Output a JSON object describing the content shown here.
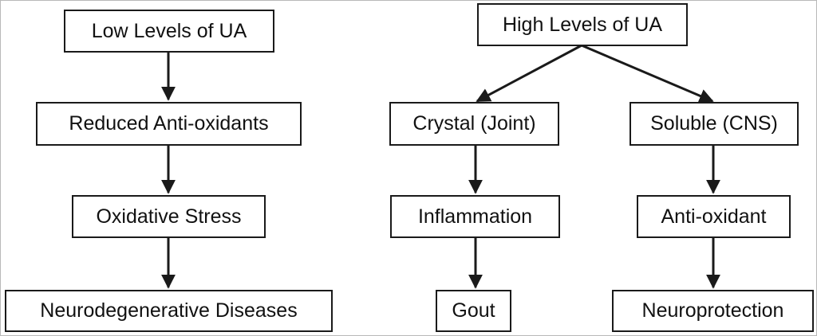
{
  "left_branch": {
    "low_levels": "Low Levels of UA",
    "reduced_antioxidants": "Reduced Anti-oxidants",
    "oxidative_stress": "Oxidative Stress",
    "neurodegenerative": "Neurodegenerative Diseases"
  },
  "right_branch": {
    "high_levels": "High Levels of UA",
    "crystal_path": {
      "crystal": "Crystal (Joint)",
      "inflammation": "Inflammation",
      "gout": "Gout"
    },
    "soluble_path": {
      "soluble": "Soluble (CNS)",
      "antioxidant": "Anti-oxidant",
      "neuroprotection": "Neuroprotection"
    }
  },
  "colors": {
    "box_border": "#1a1a1a",
    "arrow": "#1a1a1a",
    "text": "#111111",
    "frame": "#b8b8b8"
  }
}
